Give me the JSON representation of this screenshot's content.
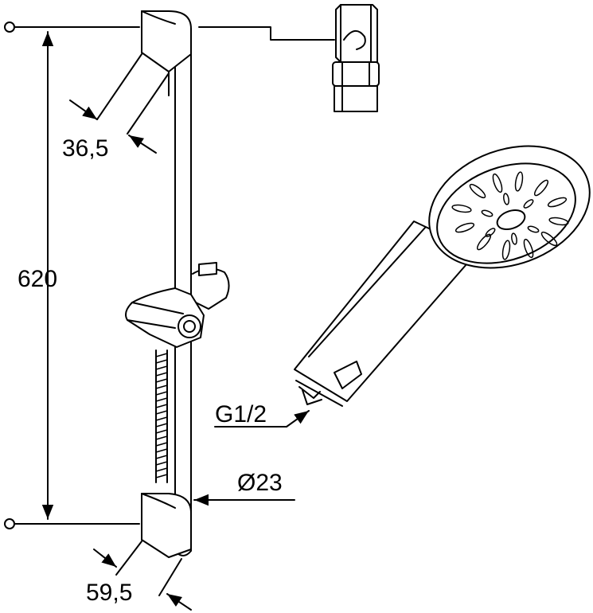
{
  "dimensions": {
    "height": "620",
    "bracket_depth_top": "36,5",
    "bracket_depth_bottom": "59,5",
    "thread": "G1/2",
    "bar_diameter": "Ø23"
  },
  "colors": {
    "line": "#000000",
    "background": "#ffffff"
  }
}
